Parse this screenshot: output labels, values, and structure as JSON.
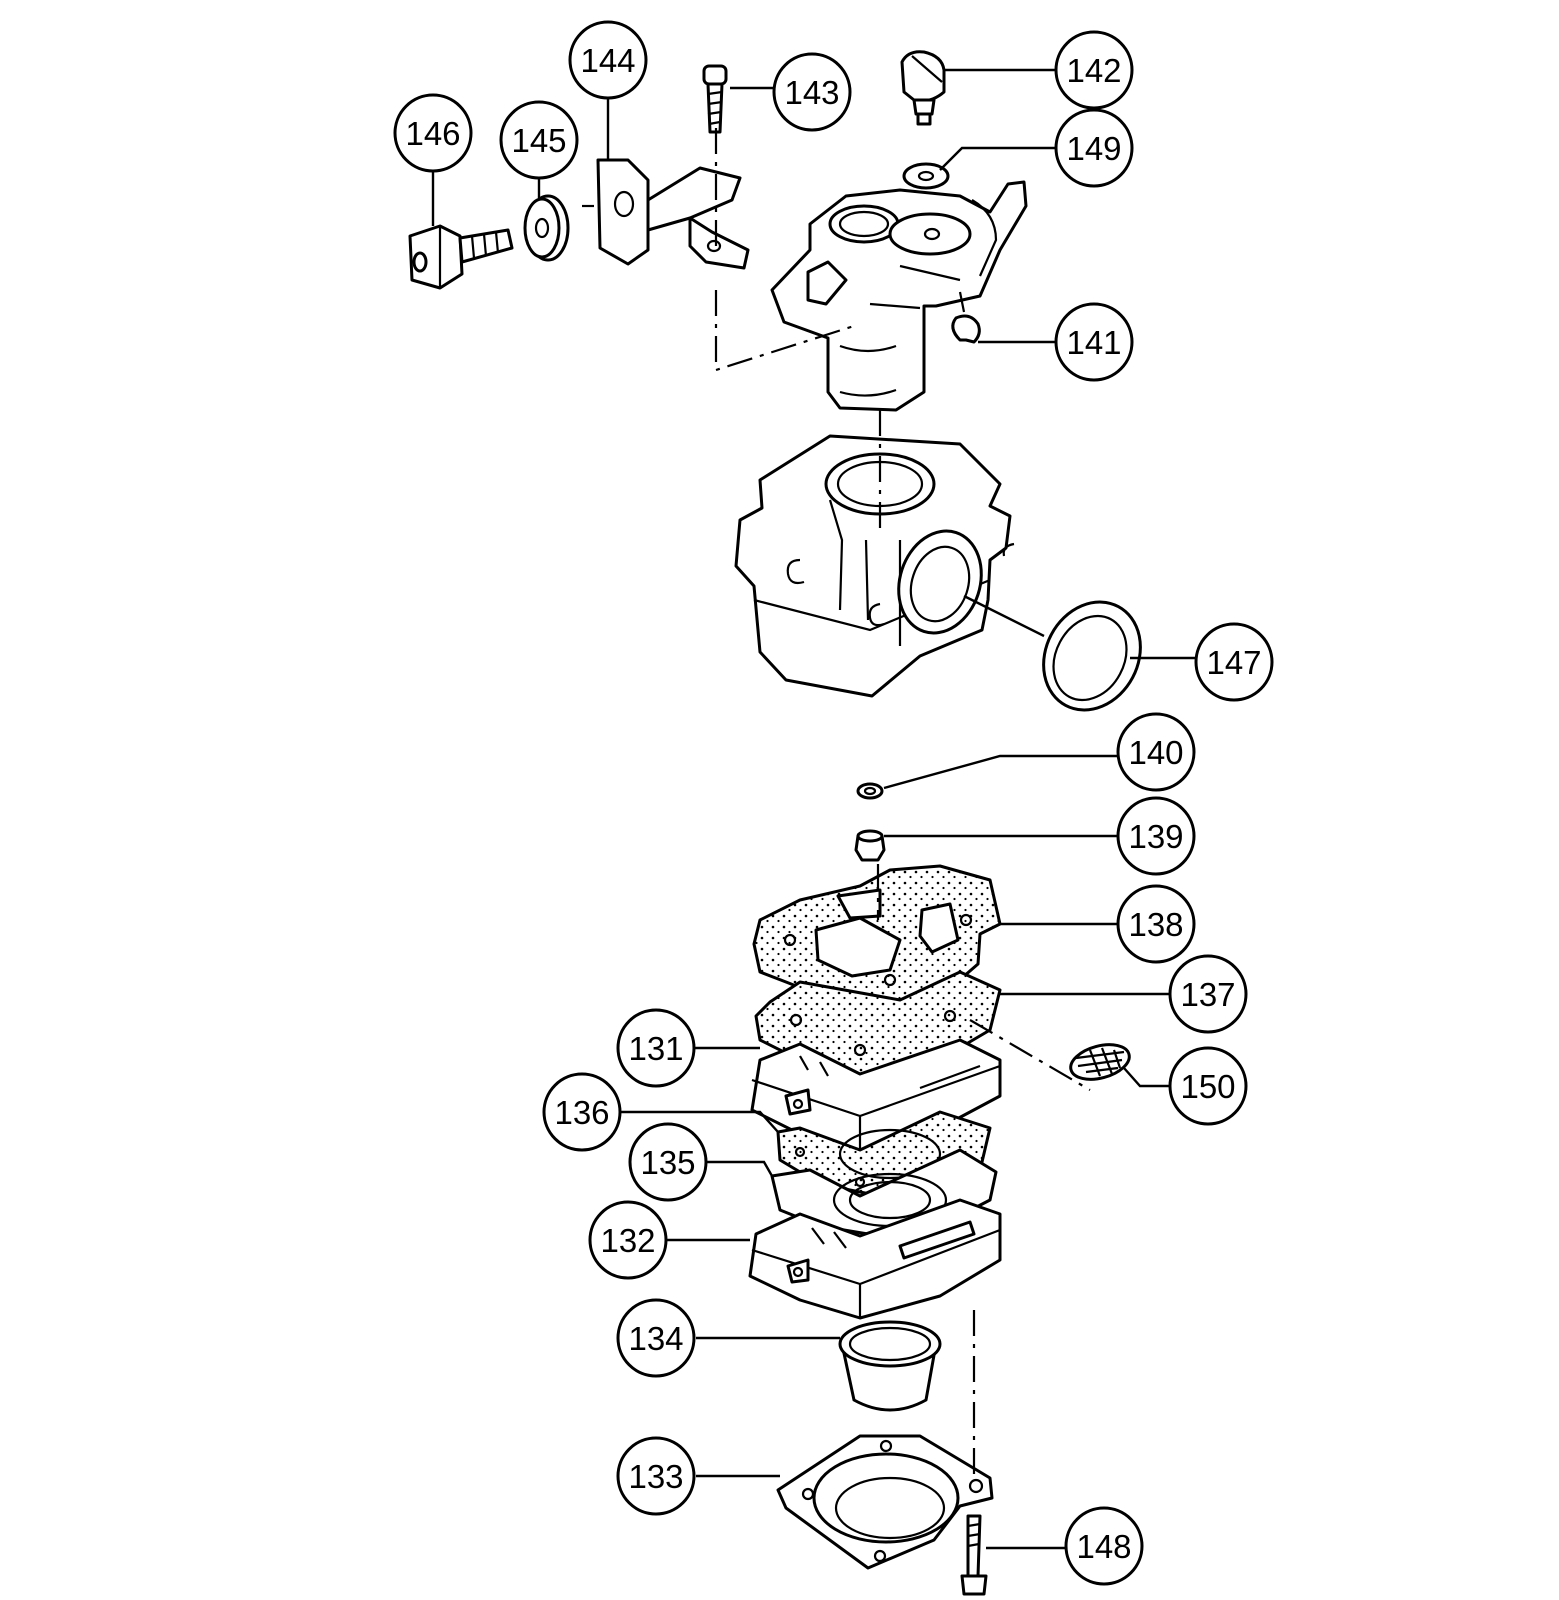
{
  "callouts": [
    {
      "id": "146",
      "label": "146"
    },
    {
      "id": "145",
      "label": "145"
    },
    {
      "id": "144",
      "label": "144"
    },
    {
      "id": "143",
      "label": "143"
    },
    {
      "id": "142",
      "label": "142"
    },
    {
      "id": "149",
      "label": "149"
    },
    {
      "id": "141",
      "label": "141"
    },
    {
      "id": "147",
      "label": "147"
    },
    {
      "id": "140",
      "label": "140"
    },
    {
      "id": "139",
      "label": "139"
    },
    {
      "id": "138",
      "label": "138"
    },
    {
      "id": "137",
      "label": "137"
    },
    {
      "id": "131",
      "label": "131"
    },
    {
      "id": "150",
      "label": "150"
    },
    {
      "id": "136",
      "label": "136"
    },
    {
      "id": "135",
      "label": "135"
    },
    {
      "id": "132",
      "label": "132"
    },
    {
      "id": "134",
      "label": "134"
    },
    {
      "id": "133",
      "label": "133"
    },
    {
      "id": "148",
      "label": "148"
    }
  ]
}
